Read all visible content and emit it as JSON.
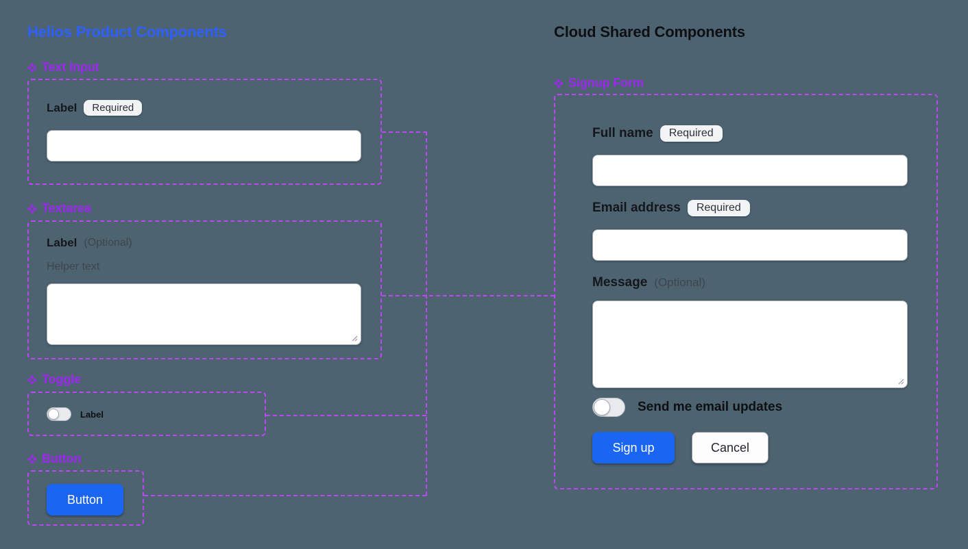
{
  "left": {
    "title": "Helios Product Components",
    "text_input": {
      "name": "Text Input",
      "label": "Label",
      "badge": "Required"
    },
    "textarea": {
      "name": "Textarea",
      "label": "Label",
      "optional": "(Optional)",
      "helper": "Helper text"
    },
    "toggle": {
      "name": "Toggle",
      "label": "Label",
      "state": "off"
    },
    "button": {
      "name": "Button",
      "label": "Button"
    }
  },
  "right": {
    "title": "Cloud Shared Components",
    "signup_form": {
      "name": "Signup Form",
      "fields": [
        {
          "label": "Full name",
          "badge": "Required"
        },
        {
          "label": "Email address",
          "badge": "Required"
        },
        {
          "label": "Message",
          "suffix": "(Optional)"
        }
      ],
      "toggle_label": "Send me email updates",
      "toggle_state": "off",
      "submit_label": "Sign up",
      "cancel_label": "Cancel"
    }
  },
  "colors": {
    "background": "#4d6370",
    "heading_blue": "#2e5fff",
    "button_blue": "#1a66f2",
    "component_purple": "#9e27f2",
    "connector_purple": "#bd47f8"
  }
}
